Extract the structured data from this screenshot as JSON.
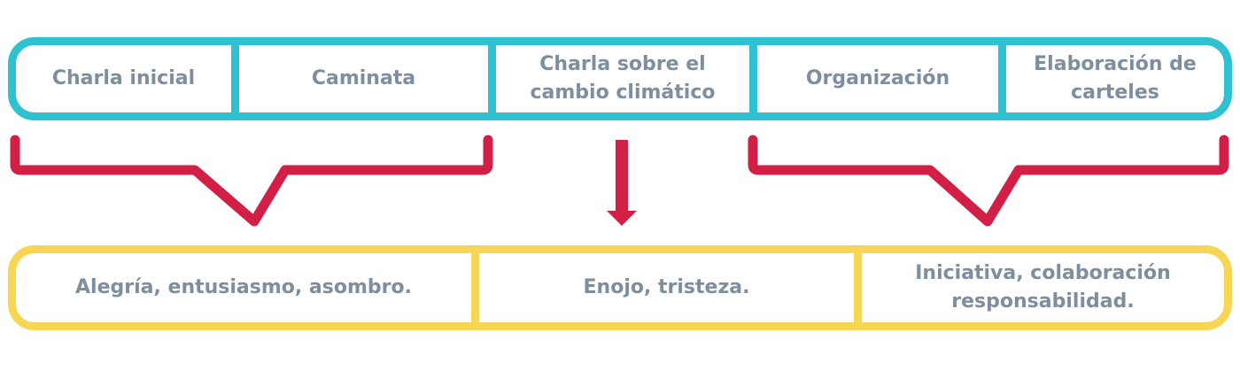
{
  "top_row": {
    "cells": [
      "Charla inicial",
      "Caminata",
      "Charla sobre el\ncambio climático",
      "Organización",
      "Elaboración de\ncarteles"
    ]
  },
  "bottom_row": {
    "cells": [
      "Alegría, entusiasmo, asombro.",
      "Enojo, tristeza.",
      "Iniciativa, colaboración\nresponsabilidad."
    ]
  },
  "colors": {
    "top_border": "#2ec1d1",
    "bottom_border": "#f7d655",
    "connector": "#d21f45",
    "text": "#7d8f9f"
  }
}
